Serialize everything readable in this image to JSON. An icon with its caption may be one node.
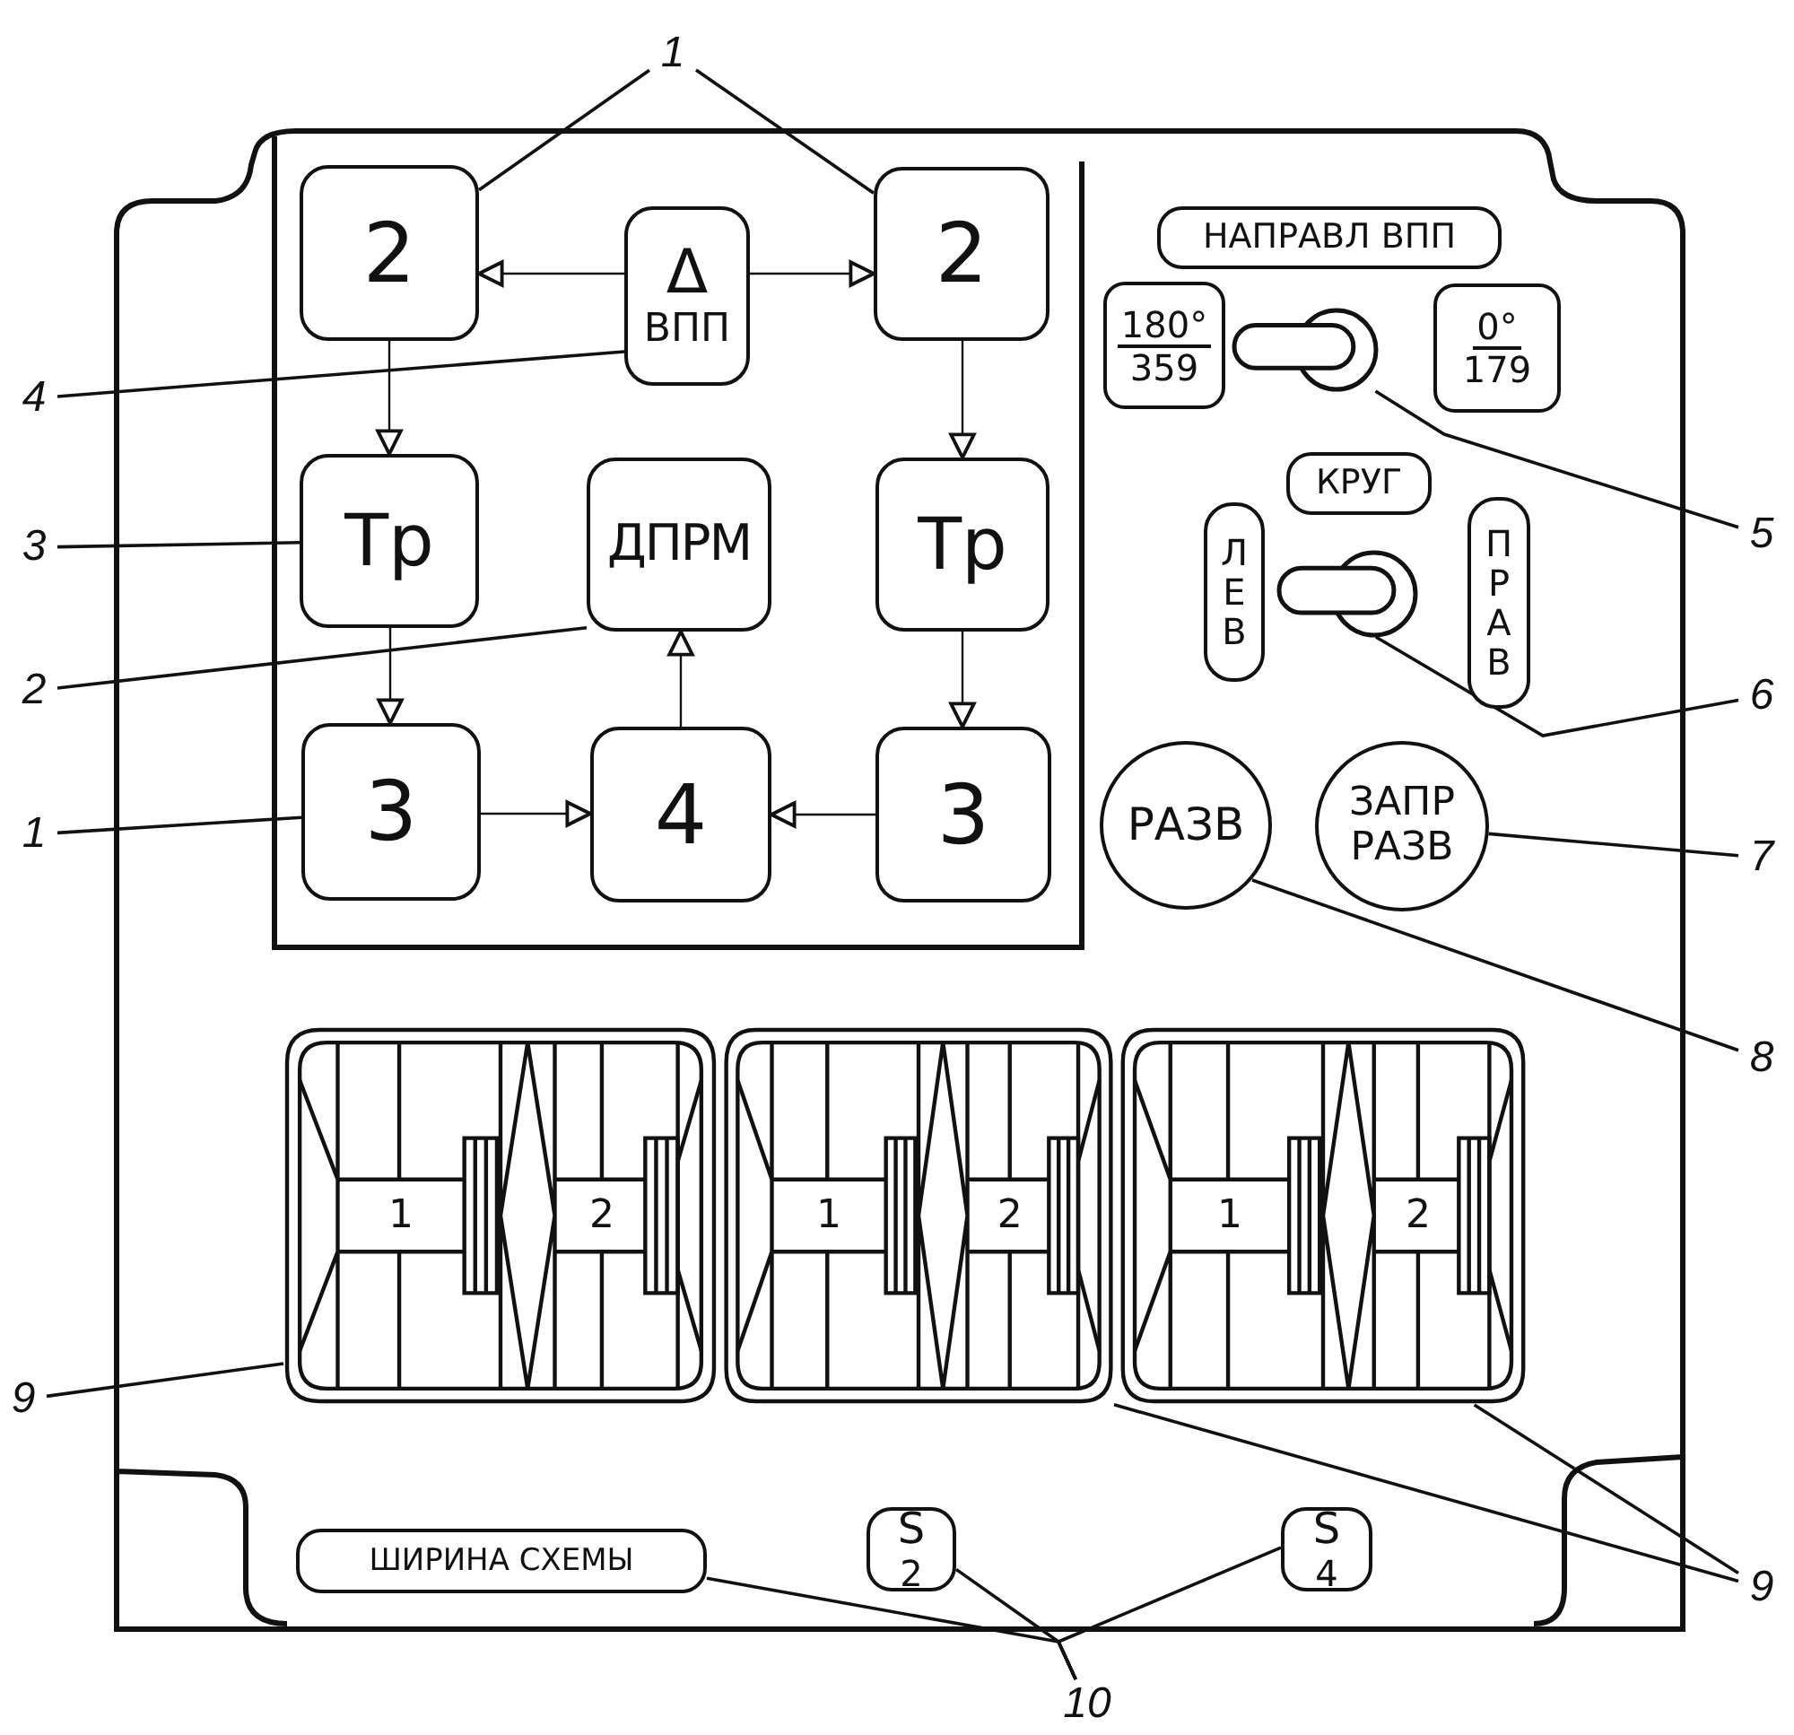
{
  "diagram": {
    "nodes": [
      {
        "text": [
          "2"
        ]
      },
      {
        "text": [
          "Δ",
          "ВПП"
        ]
      },
      {
        "text": [
          "2"
        ]
      },
      {
        "text": [
          "Тр"
        ]
      },
      {
        "text": [
          "ДПРМ"
        ]
      },
      {
        "text": [
          "Тр"
        ]
      },
      {
        "text": [
          "3"
        ]
      },
      {
        "text": [
          "4"
        ]
      },
      {
        "text": [
          "3"
        ]
      },
      {
        "text": [
          "НАПРАВЛ ВПП"
        ]
      },
      {
        "text": [
          "180°",
          "359"
        ]
      },
      {
        "text": [],
        "shape": "circle"
      },
      {
        "text": [
          "0°",
          "179"
        ]
      },
      {
        "text": [
          "КРУГ"
        ]
      },
      {
        "text": [
          "ЛЕВ"
        ]
      },
      {
        "text": [],
        "shape": "circle"
      },
      {
        "text": [
          "ПРАВ"
        ]
      },
      {
        "text": [
          "РАЗВ"
        ]
      },
      {
        "text": [
          "ЗАПР РАЗВ"
        ]
      },
      {
        "text": [
          "1",
          "2"
        ]
      },
      {
        "text": [
          "1",
          "2"
        ]
      },
      {
        "text": [
          "1",
          "2"
        ]
      },
      {
        "text": [
          "ШИРИНА СХЕМЫ"
        ]
      },
      {
        "text": [
          "S$_{2}$"
        ]
      },
      {
        "text": [
          "S$_{4}$"
        ]
      },
      {
        "text": [
          "1"
        ]
      },
      {
        "text": [
          "4"
        ]
      },
      {
        "text": [
          "3"
        ]
      },
      {
        "text": [
          "2"
        ]
      },
      {
        "text": [
          "1"
        ]
      },
      {
        "text": [
          "5"
        ]
      },
      {
        "text": [
          "6"
        ]
      },
      {
        "text": [
          "7"
        ]
      },
      {
        "text": [
          "8"
        ]
      },
      {
        "text": [
          "9"
        ]
      },
      {
        "text": [
          "9"
        ]
      },
      {
        "text": [
          "10"
        ]
      }
    ],
    "edges": [
      {
        "from": 1,
        "to": 0,
        "arrow": "to"
      },
      {
        "from": 1,
        "to": 2,
        "arrow": "to"
      },
      {
        "from": 0,
        "to": 3,
        "arrow": "to"
      },
      {
        "from": 2,
        "to": 5,
        "arrow": "to"
      },
      {
        "from": 3,
        "to": 6,
        "arrow": "to"
      },
      {
        "from": 5,
        "to": 8,
        "arrow": "to"
      },
      {
        "from": 6,
        "to": 7,
        "arrow": "to"
      },
      {
        "from": 8,
        "to": 7,
        "arrow": "to"
      },
      {
        "from": 7,
        "to": 4,
        "arrow": "to"
      },
      {
        "from": 25,
        "to": 0,
        "arrow": "none"
      },
      {
        "from": 25,
        "to": 2,
        "arrow": "none"
      },
      {
        "from": 26,
        "to": 1,
        "arrow": "none"
      },
      {
        "from": 27,
        "to": 3,
        "arrow": "none"
      },
      {
        "from": 28,
        "to": 4,
        "arrow": "none"
      },
      {
        "from": 29,
        "to": 6,
        "arrow": "none"
      },
      {
        "from": 30,
        "to": 11,
        "arrow": "none"
      },
      {
        "from": 31,
        "to": 15,
        "arrow": "none"
      },
      {
        "from": 32,
        "to": 18,
        "arrow": "none"
      },
      {
        "from": 33,
        "to": 17,
        "arrow": "none"
      },
      {
        "from": 34,
        "to": 19,
        "arrow": "none"
      },
      {
        "from": 35,
        "to": 20,
        "arrow": "none"
      },
      {
        "from": 35,
        "to": 21,
        "arrow": "none"
      },
      {
        "from": 36,
        "to": 22,
        "arrow": "none"
      },
      {
        "from": 36,
        "to": 23,
        "arrow": "none"
      },
      {
        "from": 36,
        "to": 24,
        "arrow": "none"
      }
    ]
  }
}
